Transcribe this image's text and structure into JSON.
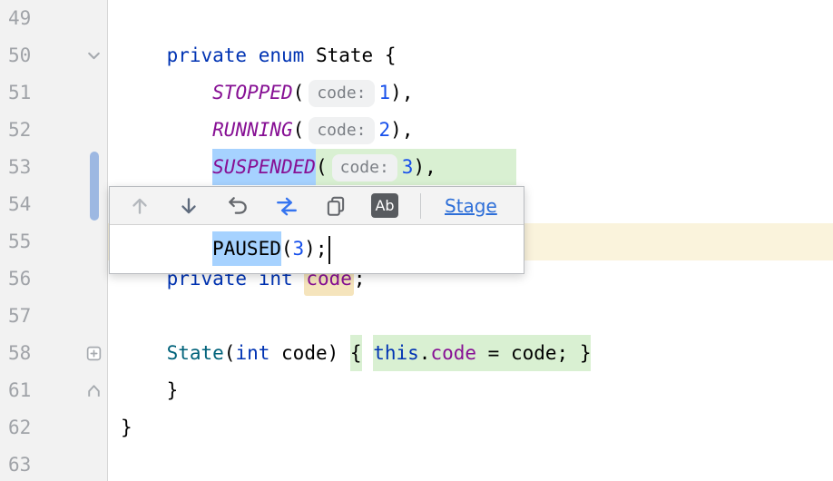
{
  "colors": {
    "selection": "#A6D2FF",
    "diff_added_green": "#D9F0D2",
    "current_line": "#FAF3DC",
    "change_marker_blue": "#9DB8E2",
    "keyword_blue": "#0033B3",
    "number_blue": "#1750EB",
    "enum_purple": "#871094",
    "link_blue": "#2E6FD8"
  },
  "popup": {
    "buttons": [
      {
        "icon": "move-up-icon"
      },
      {
        "icon": "move-down-icon"
      },
      {
        "icon": "undo-icon"
      },
      {
        "icon": "apply-changes-icon"
      },
      {
        "icon": "copy-icon"
      },
      {
        "icon": "match-case-icon",
        "label": "Ab"
      }
    ],
    "stage_label": "Stage",
    "code": [
      {
        "t": "PAUSED",
        "s": "sel"
      },
      {
        "t": "("
      },
      {
        "t": "3",
        "s": "num"
      },
      {
        "t": ");"
      },
      {
        "t": "",
        "s": "caret"
      }
    ]
  },
  "editor": {
    "lines": [
      {
        "num": "49",
        "segments": []
      },
      {
        "num": "50",
        "icon": "fold-start",
        "segments": [
          {
            "t": "    "
          },
          {
            "t": "private",
            "s": "kw"
          },
          {
            "t": " "
          },
          {
            "t": "enum",
            "s": "kw"
          },
          {
            "t": " State {"
          }
        ]
      },
      {
        "num": "51",
        "segments": [
          {
            "t": "        "
          },
          {
            "t": "STOPPED",
            "s": "enum"
          },
          {
            "t": "("
          },
          {
            "t": "code:",
            "s": "hint"
          },
          {
            "t": "1",
            "s": "num"
          },
          {
            "t": "),"
          }
        ]
      },
      {
        "num": "52",
        "segments": [
          {
            "t": "        "
          },
          {
            "t": "RUNNING",
            "s": "enum"
          },
          {
            "t": "("
          },
          {
            "t": "code:",
            "s": "hint"
          },
          {
            "t": "2",
            "s": "num"
          },
          {
            "t": "),"
          }
        ]
      },
      {
        "num": "53",
        "segments": [
          {
            "t": "        "
          },
          {
            "t": "SUSPENDED",
            "s": "enum sel"
          },
          {
            "s": "green",
            "kids": [
              {
                "t": "("
              },
              {
                "t": "code:",
                "s": "hint"
              },
              {
                "t": "3",
                "s": "num"
              },
              {
                "t": "),"
              },
              {
                "t": "       "
              }
            ]
          }
        ]
      },
      {
        "num": "54",
        "segments": []
      },
      {
        "num": "55",
        "current": true,
        "segments": []
      },
      {
        "num": "56",
        "segments": [
          {
            "t": "    "
          },
          {
            "t": "private",
            "s": "kw"
          },
          {
            "t": " "
          },
          {
            "t": "int",
            "s": "kw"
          },
          {
            "t": " "
          },
          {
            "t": "code",
            "s": "field-hl"
          },
          {
            "t": ";"
          }
        ]
      },
      {
        "num": "57",
        "segments": []
      },
      {
        "num": "58",
        "icon": "fold-plus",
        "segments": [
          {
            "t": "    "
          },
          {
            "t": "State",
            "s": "method"
          },
          {
            "t": "("
          },
          {
            "t": "int",
            "s": "kw"
          },
          {
            "t": " code) "
          },
          {
            "s": "green",
            "kids": [
              {
                "t": "{"
              }
            ]
          },
          {
            "t": " "
          },
          {
            "s": "green",
            "kids": [
              {
                "t": "this",
                "s": "kw"
              },
              {
                "t": "."
              },
              {
                "t": "code",
                "s": "field"
              },
              {
                "t": " = code; }"
              }
            ]
          }
        ]
      },
      {
        "num": "61",
        "icon": "fold-end",
        "segments": [
          {
            "t": "    }"
          }
        ]
      },
      {
        "num": "62",
        "segments": [
          {
            "t": "}"
          }
        ]
      },
      {
        "num": "63",
        "segments": []
      }
    ]
  }
}
